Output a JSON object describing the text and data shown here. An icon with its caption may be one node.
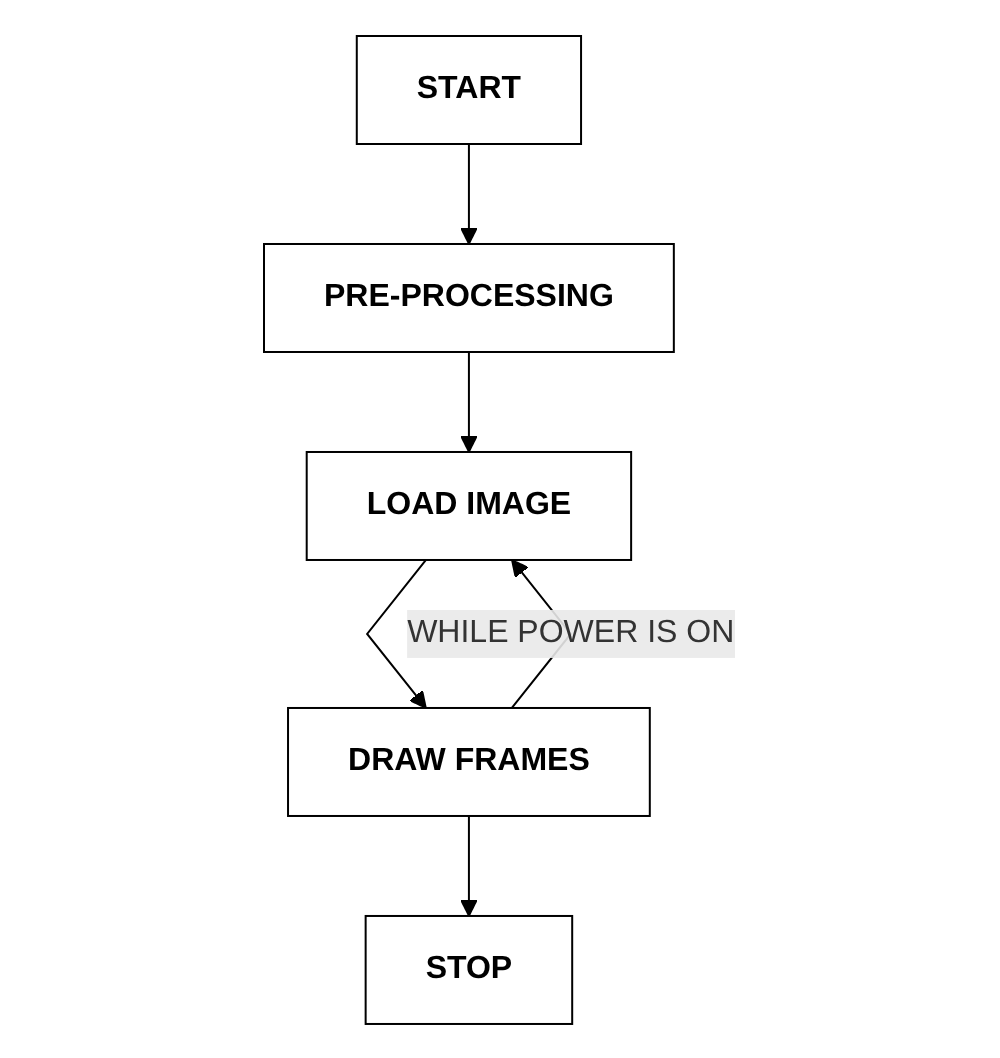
{
  "diagram": {
    "nodes": [
      {
        "text": [
          "START"
        ]
      },
      {
        "text": [
          "PRE-PROCESSING"
        ]
      },
      {
        "text": [
          "LOAD IMAGE"
        ]
      },
      {
        "text": [
          "DRAW FRAMES"
        ]
      },
      {
        "text": [
          "STOP"
        ]
      }
    ],
    "edges": [
      {
        "from": 0,
        "to": 1,
        "arrow": "to"
      },
      {
        "from": 1,
        "to": 2,
        "arrow": "to"
      },
      {
        "from": 2,
        "to": 3,
        "arrow": "to"
      },
      {
        "from": 3,
        "to": 2,
        "arrow": "to",
        "label": "WHILE POWER IS ON"
      },
      {
        "from": 3,
        "to": 4,
        "arrow": "to"
      }
    ]
  }
}
